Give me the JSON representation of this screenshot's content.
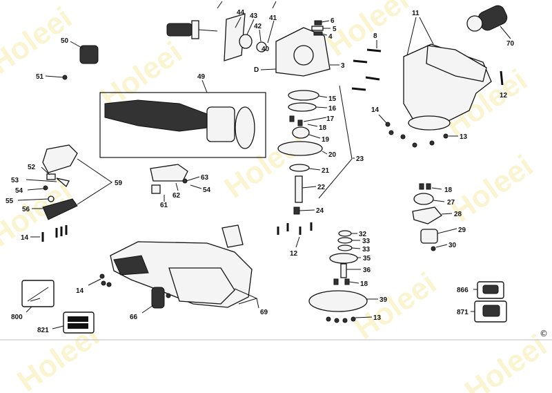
{
  "watermark": "Holeei",
  "copyright": "©",
  "labels": {
    "p3": "3",
    "p4": "4",
    "p5": "5",
    "p6": "6",
    "p8": "8",
    "p11": "11",
    "p12a": "12",
    "p12b": "12",
    "p13a": "13",
    "p13b": "13",
    "p14a": "14",
    "p14b": "14",
    "p14c": "14",
    "p15": "15",
    "p16": "16",
    "p17": "17",
    "p18a": "18",
    "p18b": "18",
    "p18c": "18",
    "p19": "19",
    "p20": "20",
    "p21": "21",
    "p22": "22",
    "p23": "23",
    "p24": "24",
    "p27": "27",
    "p28": "28",
    "p29": "29",
    "p30": "30",
    "p32": "32",
    "p33a": "33",
    "p33b": "33",
    "p35": "35",
    "p36": "36",
    "p39": "39",
    "p40": "40",
    "p41": "41",
    "p42": "42",
    "p43": "43",
    "p44": "44",
    "p49": "49",
    "p50": "50",
    "p51": "51",
    "p52": "52",
    "p53": "53",
    "p54a": "54",
    "p54b": "54",
    "p55": "55",
    "p56": "56",
    "p59": "59",
    "p61": "61",
    "p62": "62",
    "p63": "63",
    "p66": "66",
    "p69": "69",
    "p70": "70",
    "p800": "800",
    "p821": "821",
    "p866": "866",
    "p871": "871",
    "pD": "D"
  }
}
